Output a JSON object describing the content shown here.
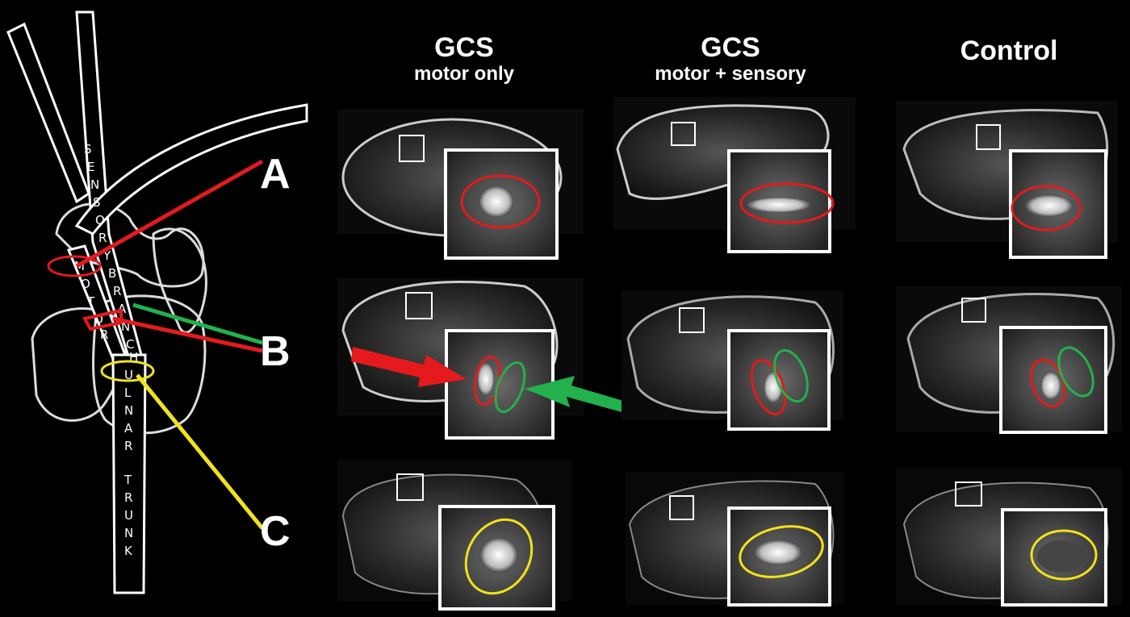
{
  "columns": [
    {
      "title": "GCS",
      "subtitle": "motor only"
    },
    {
      "title": "GCS",
      "subtitle": "motor + sensory"
    },
    {
      "title": "Control",
      "subtitle": ""
    }
  ],
  "levels": [
    "A",
    "B",
    "C"
  ],
  "nerve_labels": {
    "sensory_branch": "SENSORY BRANCH",
    "motor": "MOTOR",
    "ulnar_trunk": "ULNAR TRUNK"
  },
  "colors": {
    "level_a": "#e41a1c",
    "level_b_motor": "#e41a1c",
    "level_b_sensory": "#22b14c",
    "level_c": "#f2e21b",
    "outline": "#ffffff"
  }
}
